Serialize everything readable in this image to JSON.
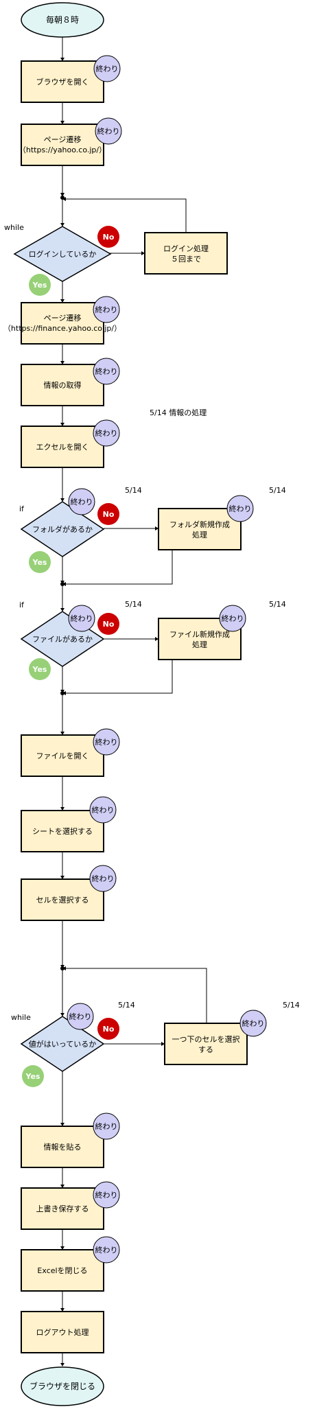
{
  "start": "毎朝８時",
  "end": "ブラウザを閉じる",
  "steps": {
    "open_browser": "ブラウザを開く",
    "goto_yahoo_1": "ページ遷移",
    "goto_yahoo_2": "（https://yahoo.co.jp/）",
    "login_check": "ログインしているか",
    "login_proc_1": "ログイン処理",
    "login_proc_2": "５回まで",
    "goto_finance_1": "ページ遷移",
    "goto_finance_2": "（https://finance.yahoo.co.jp/）",
    "get_info": "情報の取得",
    "open_excel": "エクセルを開く",
    "folder_check": "フォルダがあるか",
    "folder_create_1": "フォルダ新規作成",
    "folder_create_2": "処理",
    "file_check": "ファイルがあるか",
    "file_create_1": "ファイル新規作成",
    "file_create_2": "処理",
    "open_file": "ファイルを開く",
    "select_sheet": "シートを選択する",
    "select_cell": "セルを選択する",
    "value_check": "値がはいっているか",
    "next_cell_1": "一つ下のセルを選択",
    "next_cell_2": "する",
    "paste_info": "情報を貼る",
    "save": "上書き保存する",
    "close_excel": "Excelを閉じる",
    "logout": "ログアウト処理"
  },
  "badges": {
    "done": "終わり",
    "no": "No",
    "yes": "Yes"
  },
  "labels": {
    "while": "while",
    "if": "if",
    "date": "5/14",
    "info_note": "5/14 情報の処理"
  },
  "colors": {
    "process_fill": "#fff2cc",
    "decision_fill": "#d4e1f5",
    "terminal_fill": "#e1f5f5",
    "done_fill": "#d0cef5",
    "no_fill": "#cc0000",
    "yes_fill": "#97d077"
  }
}
